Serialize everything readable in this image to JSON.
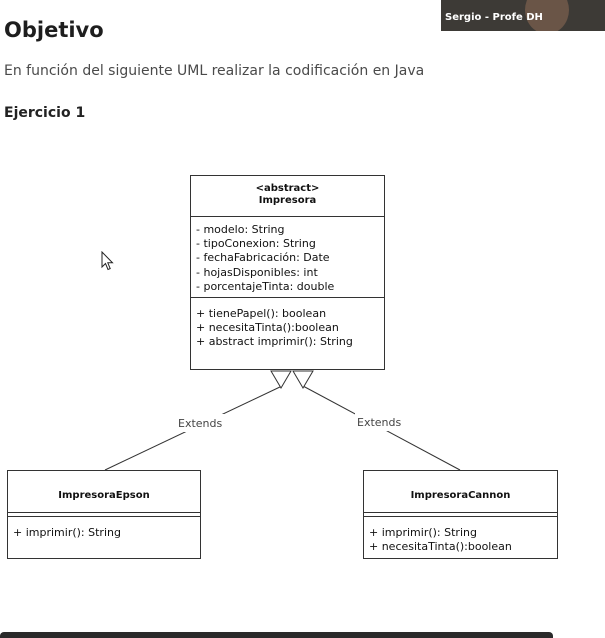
{
  "page": {
    "title": "Objetivo",
    "intro": "En función del siguiente UML realizar la codificación en Java",
    "exercise_heading": "Ejercicio 1"
  },
  "video": {
    "participant_name": "Sergio - Profe DH"
  },
  "uml": {
    "impresora": {
      "stereotype": "<abstract>",
      "name": "Impresora",
      "attributes": [
        "- modelo: String",
        "- tipoConexion: String",
        "- fechaFabricación: Date",
        "- hojasDisponibles: int",
        "- porcentajeTinta: double"
      ],
      "methods": [
        "+ tienePapel(): boolean",
        "+ necesitaTinta():boolean",
        "+ abstract imprimir(): String"
      ]
    },
    "epson": {
      "name": "ImpresoraEpson",
      "methods": [
        "+ imprimir(): String"
      ]
    },
    "cannon": {
      "name": "ImpresoraCannon",
      "methods": [
        "+ imprimir(): String",
        "+ necesitaTinta():boolean"
      ]
    },
    "relations": {
      "left_label": "Extends",
      "right_label": "Extends"
    }
  },
  "colors": {
    "video_background": "#3d3a36",
    "uml_stroke": "#333333"
  }
}
